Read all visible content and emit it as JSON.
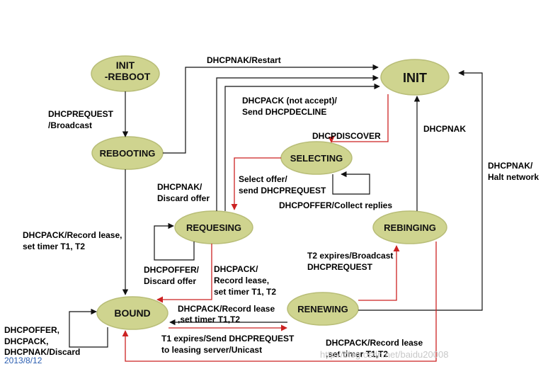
{
  "colors": {
    "state_fill": "#cfd48f",
    "state_shadow": "#b8bd77",
    "arrow_black": "#111111",
    "arrow_red": "#cc2222",
    "footer_text": "#2a5db0",
    "watermark_text": "#c8c8c8"
  },
  "states": {
    "init_reboot_line1": "INIT",
    "init_reboot_line2": "-REBOOT",
    "init": "INIT",
    "rebooting": "REBOOTING",
    "selecting": "SELECTING",
    "requesing": "REQUESING",
    "rebinging": "REBINGING",
    "bound": "BOUND",
    "renewing": "RENEWING"
  },
  "labels": {
    "dhcpnak_restart": "DHCPNAK/Restart",
    "dhcprequest_broadcast": [
      "DHCPREQUEST",
      "/Broadcast"
    ],
    "dhcpack_not_accept": [
      "DHCPACK (not accept)/",
      "Send DHCPDECLINE"
    ],
    "dhcpdiscover": "DHCPDISCOVER",
    "dhcpnak_right": "DHCPNAK",
    "dhcpnak_halt": [
      "DHCPNAK/",
      "Halt network"
    ],
    "dhcpnak_discard_offer": [
      "DHCPNAK/",
      "Discard offer"
    ],
    "select_offer": [
      "Select offer/",
      "send DHCPREQUEST"
    ],
    "dhcpoffer_collect": "DHCPOFFER/Collect replies",
    "dhcpack_record_left": [
      "DHCPACK/Record lease,",
      " set timer T1, T2"
    ],
    "t2_expires": [
      "T2 expires/Broadcast",
      "DHCPREQUEST"
    ],
    "dhcpoffer_discard_offer": [
      "DHCPOFFER/",
      "Discard offer"
    ],
    "dhcpack_record_req": [
      "DHCPACK/",
      "Record lease,",
      " set timer T1, T2"
    ],
    "dhcpack_record_renew": [
      "DHCPACK/Record lease",
      ",set timer T1,T2"
    ],
    "t1_expires": [
      "T1 expires/Send DHCPREQUEST",
      "to leasing server/Unicast"
    ],
    "dhcpoffer_bound": [
      "DHCPOFFER,",
      "DHCPACK,",
      "DHCPNAK/Discard"
    ],
    "dhcpack_record_bottom": [
      "DHCPACK/Record lease",
      ",set timer T1,T2"
    ]
  },
  "footer": {
    "date": "2013/8/12",
    "watermark": "http://blog.csdn.net/baidu20008"
  }
}
